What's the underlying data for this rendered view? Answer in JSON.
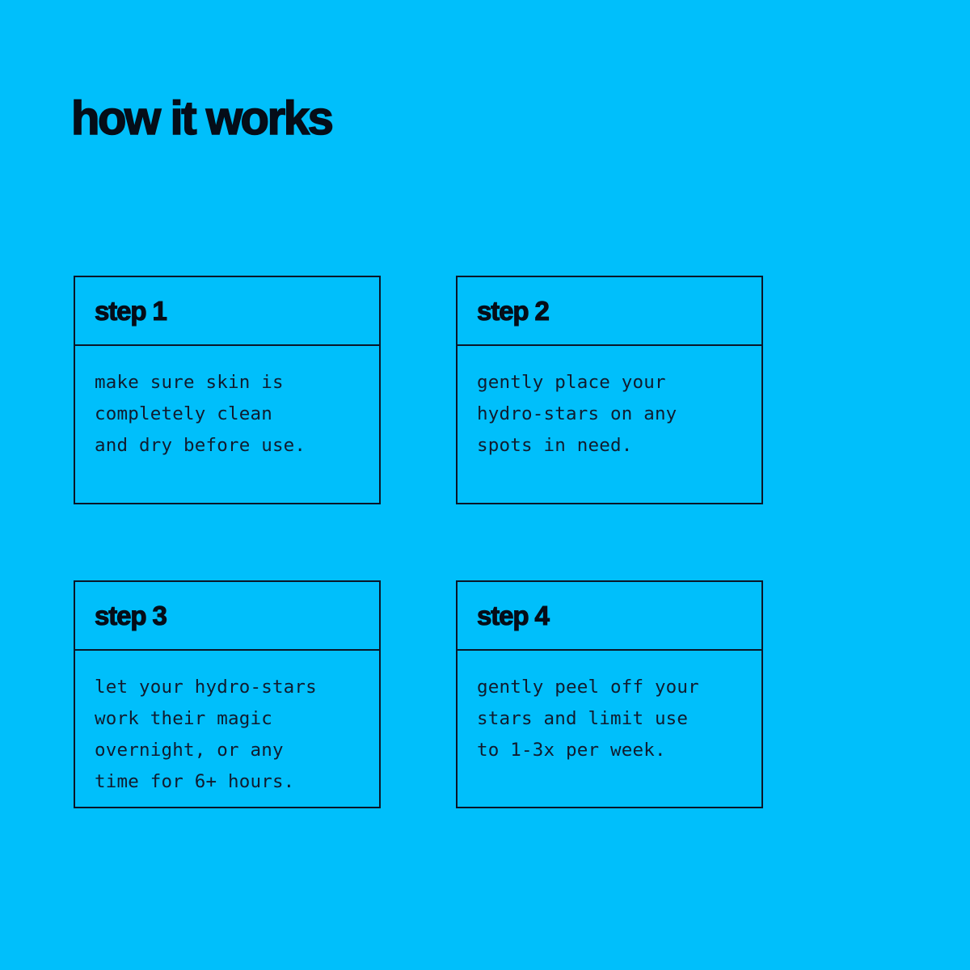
{
  "page": {
    "title": "how it works",
    "background_color": "#00bffb",
    "ink_color": "#0a1628"
  },
  "steps": [
    {
      "label": "step 1",
      "body": "make sure skin is\ncompletely clean\nand dry before use."
    },
    {
      "label": "step 2",
      "body": "gently place your\nhydro-stars on any\nspots in need."
    },
    {
      "label": "step 3",
      "body": "let your hydro-stars\nwork their magic\novernight, or any\ntime for 6+ hours."
    },
    {
      "label": "step 4",
      "body": "gently peel off your\nstars and limit use\nto 1-3x per week."
    }
  ]
}
